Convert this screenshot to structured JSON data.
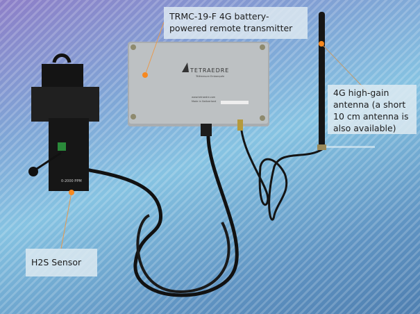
{
  "labels": {
    "transmitter": "TRMC-19-F 4G battery-powered remote transmitter",
    "antenna": "4G high-gain antenna (a short 10 cm antenna is also available)",
    "sensor": "H2S Sensor"
  },
  "device": {
    "brand": "TETRAEDRE",
    "tagline": "Télémesure Embarquée",
    "website": "www.tetraedre.com",
    "origin": "Made in Switzerland",
    "sensor_range": "0-2000 PPM"
  },
  "colors": {
    "marker": "#f7881f",
    "label_bg": "#e1ebf2"
  }
}
